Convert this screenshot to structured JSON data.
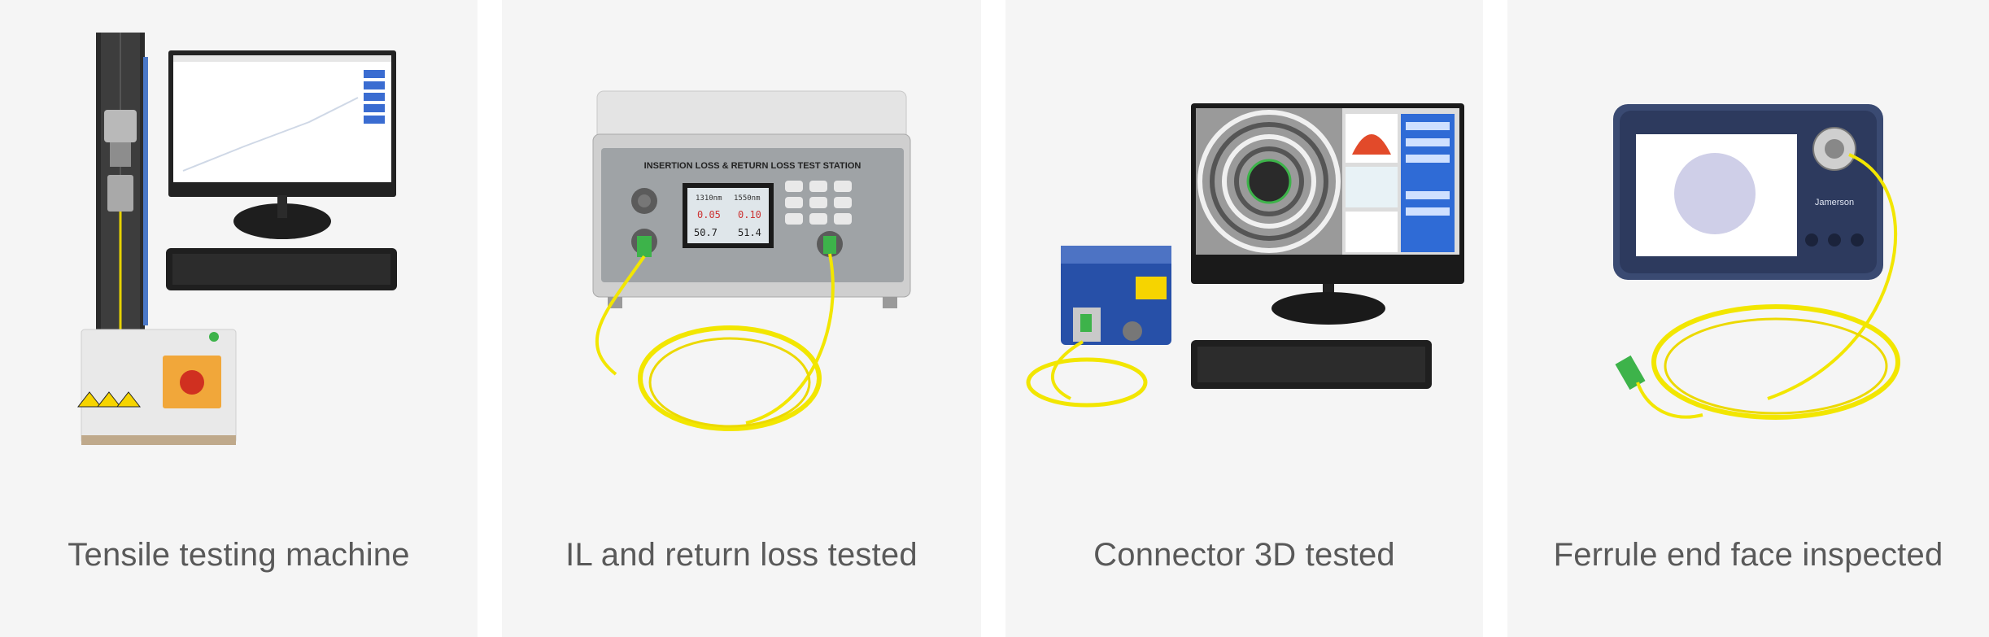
{
  "products": [
    {
      "caption": "Tensile testing machine"
    },
    {
      "caption": "IL and return loss tested",
      "panel_title": "INSERTION LOSS & RETURN LOSS TEST STATION",
      "screen": {
        "w1": "1310nm",
        "w2": "1550nm",
        "r1a": "0.05",
        "r1b": "0.10",
        "r2a": "50.7",
        "r2b": "51.4"
      }
    },
    {
      "caption": "Connector 3D tested"
    },
    {
      "caption": "Ferrule end face inspected",
      "brand": "Jamerson"
    }
  ],
  "colors": {
    "card_bg": "#f5f5f5",
    "caption": "#595959",
    "fiber": "#f2e600",
    "connector_green": "#3db34a"
  }
}
